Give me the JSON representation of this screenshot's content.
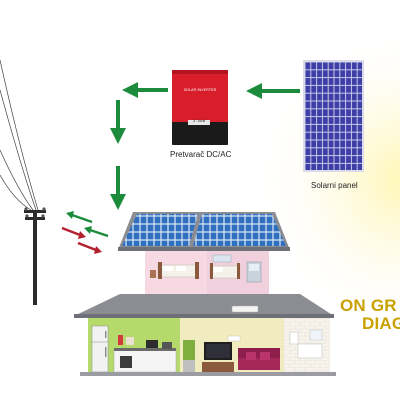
{
  "inverter": {
    "label": "Pretvarač DC/AC",
    "brand_text": "SOLAR INVERTER",
    "display_text": "2.5kW"
  },
  "solar_panel": {
    "label": "Solarni panel"
  },
  "title": {
    "line1": "ON GR",
    "line2": "DIAG"
  },
  "colors": {
    "arrow_green": "#1c8c3c",
    "arrow_red": "#b21f2d",
    "inverter_red": "#d81e2a",
    "panel_blue": "#3d3ea8",
    "title_gold": "#c9a100",
    "upper_wall": "#f6d9e2",
    "lower_left_wall": "#b5d96a",
    "lower_right_wall": "#f1ecc0",
    "roof_gray": "#8b8d93"
  }
}
